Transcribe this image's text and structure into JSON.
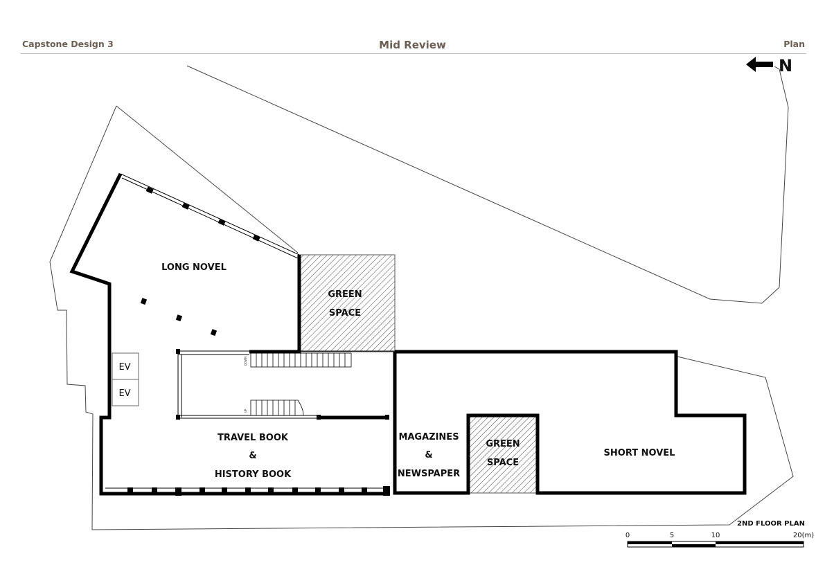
{
  "header": {
    "course": "Capstone Design 3",
    "title": "Mid Review",
    "section": "Plan"
  },
  "north": {
    "label": "N"
  },
  "rooms": {
    "long_novel": "LONG NOVEL",
    "green_space_1": [
      "GREEN",
      "SPACE"
    ],
    "green_space_2": [
      "GREEN",
      "SPACE"
    ],
    "travel_history": [
      "TRAVEL BOOK",
      "&",
      "HISTORY BOOK"
    ],
    "magazines": [
      "MAGAZINES",
      "&",
      "NEWSPAPER"
    ],
    "short_novel": "SHORT NOVEL",
    "elevators": [
      "EV",
      "EV"
    ]
  },
  "stairs": {
    "down": "DOWN",
    "up": "UP"
  },
  "drawing_title": "2ND FLOOR PLAN",
  "scale_bar": {
    "ticks": [
      "0",
      "5",
      "10",
      "20(m)"
    ]
  },
  "colors": {
    "wall": "#000000",
    "site_line": "#444444",
    "header_text": "#6b5f55"
  }
}
